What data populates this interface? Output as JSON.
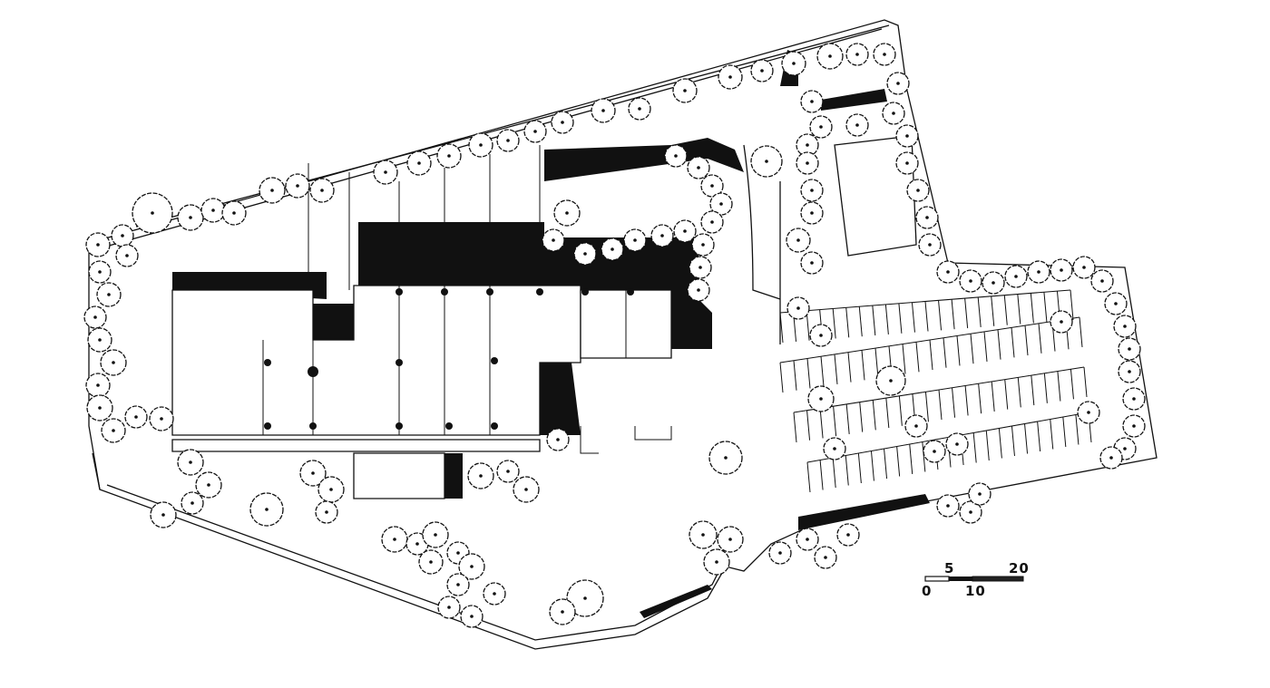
{
  "drawing": {
    "type": "site plan",
    "scale_bar": {
      "labels_top": [
        "5",
        "20"
      ],
      "labels_bottom": [
        "0",
        "10"
      ],
      "ticks": [
        0,
        5,
        10,
        20
      ]
    },
    "colors": {
      "ink": "#111111",
      "paper": "#ffffff"
    }
  }
}
